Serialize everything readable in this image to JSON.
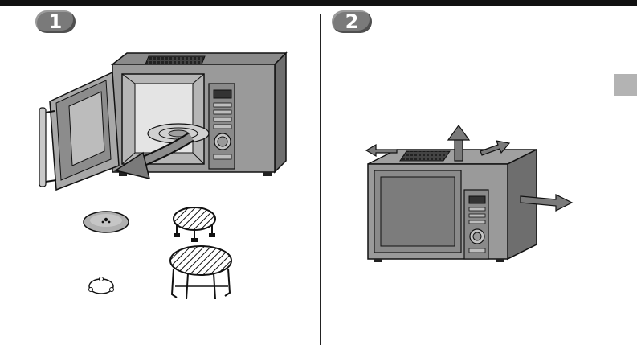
{
  "steps": [
    {
      "number": "1",
      "glyph": "❶"
    },
    {
      "number": "2",
      "glyph": "❷"
    }
  ],
  "colors": {
    "badge": "#7a7a7a",
    "body": "#9a9a9a",
    "body_dark": "#6e6e6e",
    "rule": "#111111",
    "side_tab": "#b3b3b3"
  },
  "icons": {
    "arrow": "arrow-icon",
    "grill_rack": "grill-rack-icon",
    "turntable": "turntable-icon"
  }
}
